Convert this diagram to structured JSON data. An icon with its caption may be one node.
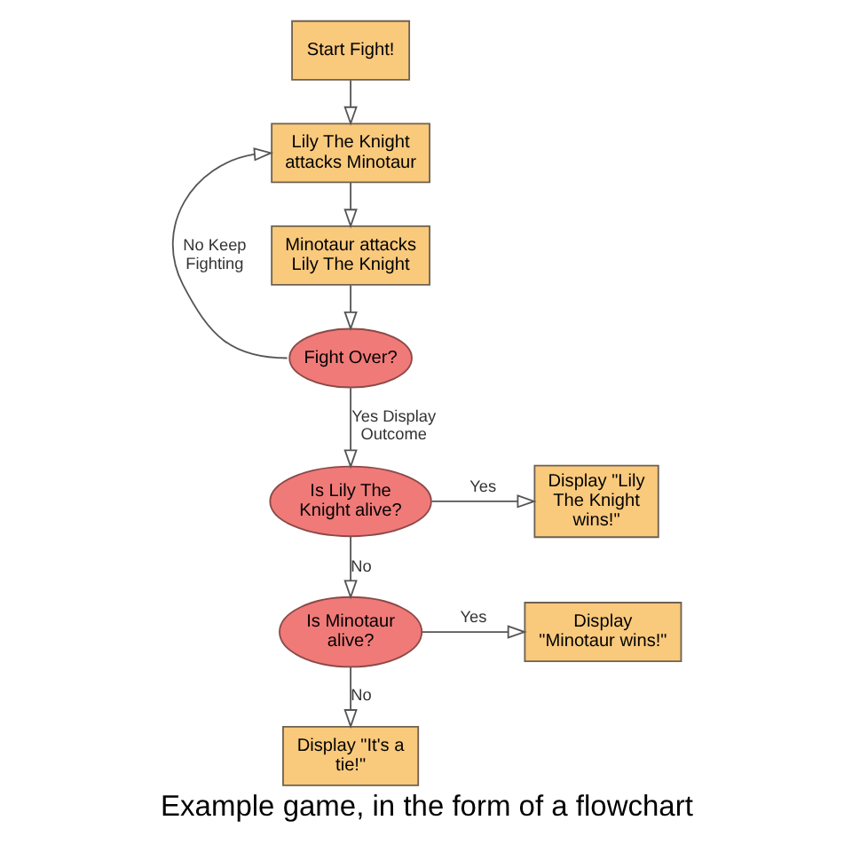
{
  "diagram": {
    "caption": "Example game, in the form of a flowchart",
    "nodes": [
      {
        "text": [
          "Start Fight!"
        ]
      },
      {
        "text": [
          "Lily The Knight attacks Minotaur"
        ]
      },
      {
        "text": [
          "Minotaur attacks Lily The Knight"
        ]
      },
      {
        "text": [
          "Fight Over?"
        ]
      },
      {
        "text": [
          "Is Lily The Knight alive?"
        ]
      },
      {
        "text": [
          "Display \"Lily The Knight wins!\""
        ]
      },
      {
        "text": [
          "Is Minotaur alive?"
        ]
      },
      {
        "text": [
          "Display \"Minotaur wins!\""
        ]
      },
      {
        "text": [
          "Display \"It's a tie!\""
        ]
      }
    ],
    "edges": [
      {
        "from": 0,
        "to": 1,
        "arrow": "to"
      },
      {
        "from": 1,
        "to": 2,
        "arrow": "to"
      },
      {
        "from": 2,
        "to": 3,
        "arrow": "to"
      },
      {
        "from": 3,
        "to": 1,
        "arrow": "to",
        "label": "No Keep Fighting"
      },
      {
        "from": 3,
        "to": 4,
        "arrow": "to",
        "label": "Yes Display Outcome"
      },
      {
        "from": 4,
        "to": 5,
        "arrow": "to",
        "label": "Yes"
      },
      {
        "from": 4,
        "to": 6,
        "arrow": "to",
        "label": "No"
      },
      {
        "from": 6,
        "to": 7,
        "arrow": "to",
        "label": "Yes"
      },
      {
        "from": 6,
        "to": 8,
        "arrow": "to",
        "label": "No"
      }
    ]
  }
}
